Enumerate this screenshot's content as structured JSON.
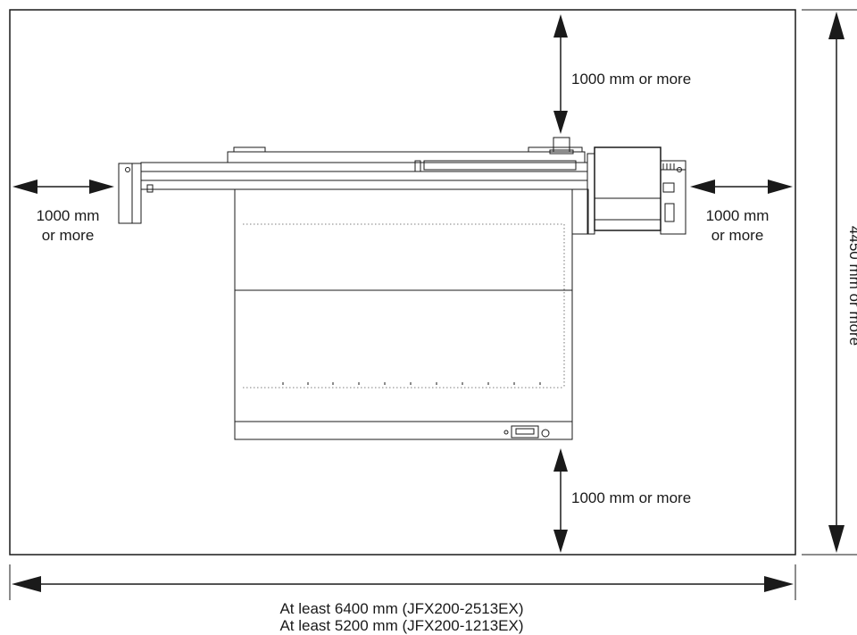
{
  "clearances": {
    "top": "1000 mm or more",
    "bottom": "1000 mm or more",
    "left_line1": "1000 mm",
    "left_line2": "or more",
    "right_line1": "1000 mm",
    "right_line2": "or more"
  },
  "depth_label": "4450 mm or more",
  "width_labels": {
    "line1": "At least 6400 mm (JFX200-2513EX)",
    "line2": "At least 5200 mm (JFX200-1213EX)"
  },
  "colors": {
    "line": "#1a1a1a",
    "background": "#ffffff"
  }
}
